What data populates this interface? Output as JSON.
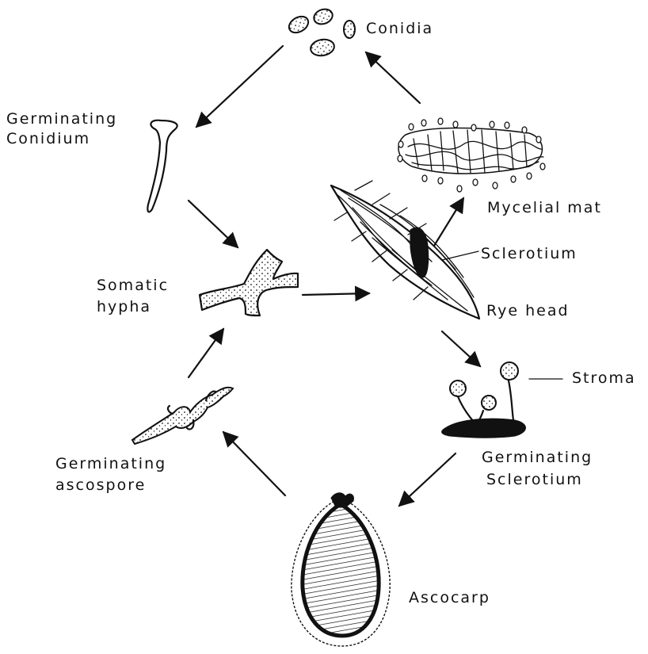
{
  "labels": {
    "conidia": "Conidia",
    "germinating_conidium_1": "Germinating",
    "germinating_conidium_2": "Conidium",
    "mycelial_mat": "Mycelial mat",
    "sclerotium": "Sclerotium",
    "rye_head": "Rye head",
    "somatic_hypha_1": "Somatic",
    "somatic_hypha_2": "hypha",
    "stroma": "Stroma",
    "germinating_sclerotium_1": "Germinating",
    "germinating_sclerotium_2": "Sclerotium",
    "germinating_ascospore_1": "Germinating",
    "germinating_ascospore_2": "ascospore",
    "ascocarp": "Ascocarp"
  }
}
